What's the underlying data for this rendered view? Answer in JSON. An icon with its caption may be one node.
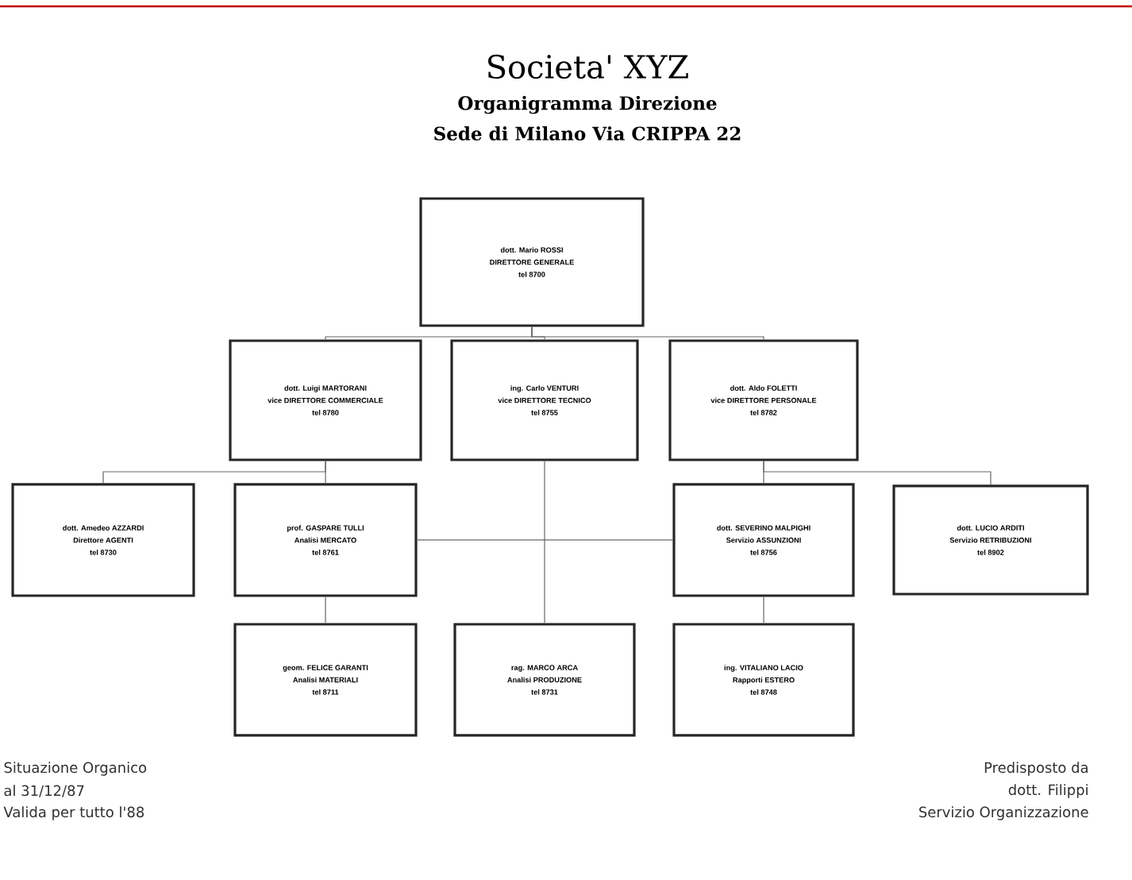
{
  "diagram": {
    "title": "Societa' XYZ",
    "nodes": [
      {
        "text": [
          "dott. Mario ROSSI",
          "DIRETTORE GENERALE",
          "tel 8700"
        ]
      },
      {
        "text": [
          "dott. Luigi MARTORANI",
          "vice DIRETTORE COMMERCIALE",
          "tel 8780"
        ]
      },
      {
        "text": [
          "ing. Carlo VENTURI",
          "vice DIRETTORE TECNICO",
          "tel 8755"
        ]
      },
      {
        "text": [
          "dott. Aldo FOLETTI",
          "vice DIRETTORE PERSONALE",
          "tel 8782"
        ]
      },
      {
        "text": [
          "dott. Amedeo AZZARDI",
          "Direttore AGENTI",
          "tel 8730"
        ]
      },
      {
        "text": [
          "prof. GASPARE TULLI",
          "Analisi MERCATO",
          "tel 8761"
        ]
      },
      {
        "text": [
          "dott. SEVERINO MALPIGHI",
          "Servizio ASSUNZIONI",
          "tel 8756"
        ]
      },
      {
        "text": [
          "dott. LUCIO ARDITI",
          "Servizio RETRIBUZIONI",
          "tel 8902"
        ]
      },
      {
        "text": [
          "geom. FELICE GARANTI",
          "Analisi MATERIALI",
          "tel 8711"
        ]
      },
      {
        "text": [
          "rag. MARCO ARCA",
          "Analisi PRODUZIONE",
          "tel 8731"
        ]
      },
      {
        "text": [
          "ing. VITALIANO LACIO",
          "Rapporti ESTERO",
          "tel 8748"
        ]
      }
    ],
    "edges": [
      {
        "from": 0,
        "to": 1,
        "arrow": "none"
      },
      {
        "from": 0,
        "to": 2,
        "arrow": "none"
      },
      {
        "from": 0,
        "to": 3,
        "arrow": "none"
      },
      {
        "from": 1,
        "to": 4,
        "arrow": "none"
      },
      {
        "from": 1,
        "to": 5,
        "arrow": "none"
      },
      {
        "from": 3,
        "to": 6,
        "arrow": "none"
      },
      {
        "from": 3,
        "to": 7,
        "arrow": "none"
      },
      {
        "from": 2,
        "to": 9,
        "arrow": "none"
      },
      {
        "from": 5,
        "to": 8,
        "arrow": "none"
      },
      {
        "from": 6,
        "to": 10,
        "arrow": "none"
      },
      {
        "from": 5,
        "to": 6,
        "arrow": "none"
      }
    ],
    "labels": [
      "Organigramma Direzione",
      "Sede di Milano Via CRIPPA 22",
      "Situazione Organico",
      "al 31/12/87",
      "Valida per tutto l'88",
      "Predisposto da",
      "dott. Filippi",
      "Servizio Organizzazione"
    ]
  }
}
